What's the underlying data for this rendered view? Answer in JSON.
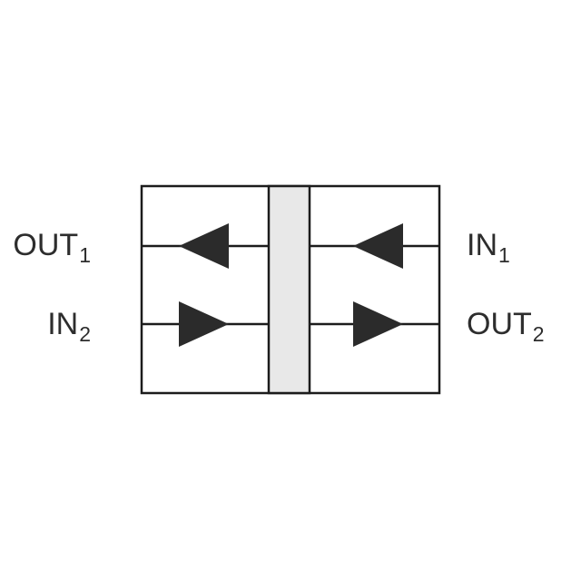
{
  "diagram": {
    "labels": {
      "out1": {
        "base": "OUT",
        "sub": "1"
      },
      "in2": {
        "base": "IN",
        "sub": "2"
      },
      "in1": {
        "base": "IN",
        "sub": "1"
      },
      "out2": {
        "base": "OUT",
        "sub": "2"
      }
    },
    "channels": [
      {
        "input": "IN1",
        "output": "OUT1",
        "arrow_direction": "left"
      },
      {
        "input": "IN2",
        "output": "OUT2",
        "arrow_direction": "right"
      }
    ],
    "colors": {
      "line": "#1c1c1c",
      "triangle": "#2b2b2b",
      "barrier_fill": "#e8e8e8",
      "text": "#2d2d2d",
      "background": "#ffffff"
    }
  }
}
